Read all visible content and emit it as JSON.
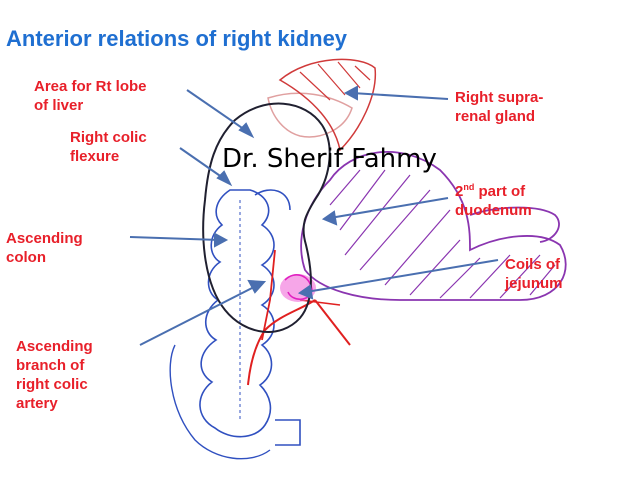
{
  "title": "Anterior relations of right kidney",
  "watermark": "Dr. Sherif Fahmy",
  "colors": {
    "title": "#1f6fd1",
    "labels_red": "#e8202a",
    "labels_blue": "#2a56b8",
    "kidney_outline": "#202030",
    "liver_fill": "#e0a0a0",
    "duodenum": "#8a35b0",
    "colon": "#3050c0",
    "artery": "#e02020",
    "jejunum": "#e020c0",
    "arrow": "#4a6fb0"
  },
  "labels": {
    "liver": "Area for Rt lobe\nof liver",
    "colic_flexure": "Right colic\nflexure",
    "suprarenal": "Right supra-\nrenal gland",
    "duodenum_ordinal": "2",
    "duodenum_sup": "nd",
    "duodenum_rest": " part of",
    "duodenum_line2": "duodenum",
    "ascending_colon": "Ascending\ncolon",
    "coils": "Coils of\njejunum",
    "artery": "Ascending\nbranch of\nright colic\nartery"
  }
}
